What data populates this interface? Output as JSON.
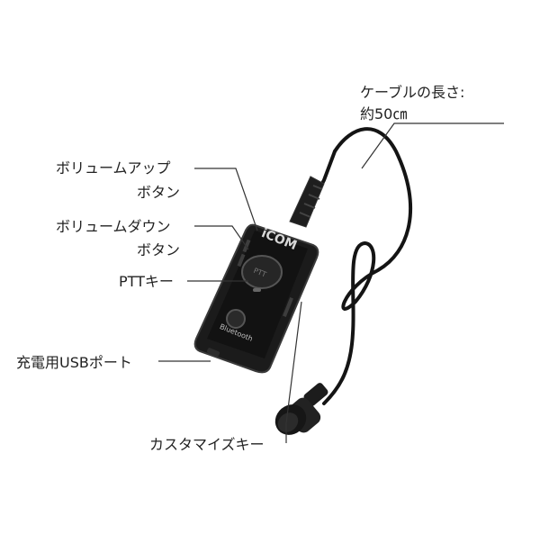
{
  "labels": {
    "cable_line1": "ケーブルの長さ:",
    "cable_line2": "約50㎝",
    "volume_up_line1": "ボリュームアップ",
    "volume_up_line2": "ボタン",
    "volume_down_line1": "ボリュームダウン",
    "volume_down_line2": "ボタン",
    "ptt_key": "PTTキー",
    "usb_port": "充電用USBポート",
    "custom_key": "カスタマイズキー"
  },
  "device": {
    "logo": "iCOM",
    "brand_mark": "Bluetooth",
    "ptt_button_text": "PTT"
  },
  "colors": {
    "body": "#1b1b1b",
    "edge": "#3a3a3a",
    "leader": "#333333",
    "cable": "#141414"
  }
}
